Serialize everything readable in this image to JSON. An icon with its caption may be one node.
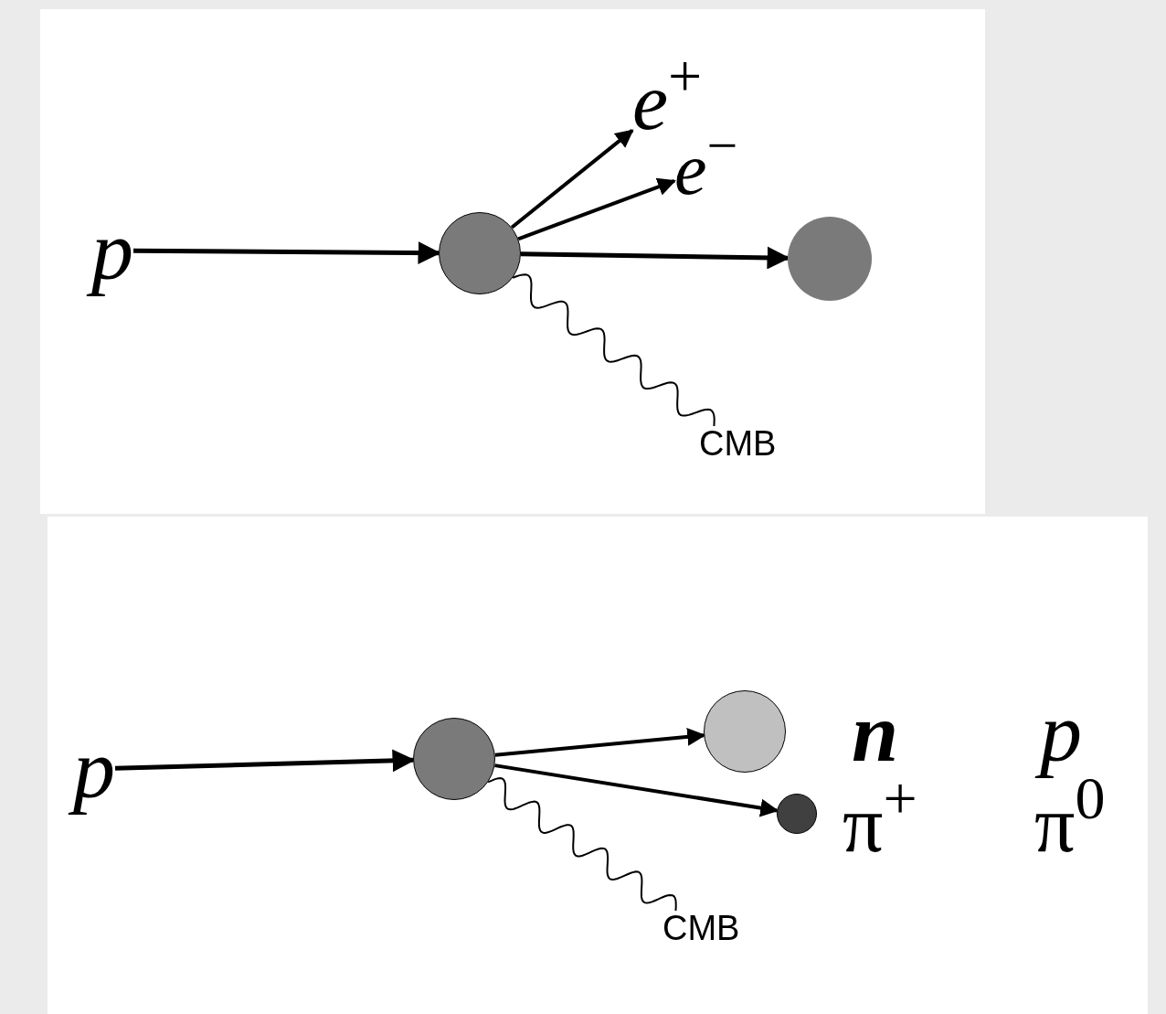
{
  "diagram": {
    "nodes": [
      {
        "text": [],
        "shape": "box"
      },
      {
        "text": [
          "p"
        ],
        "in": 0
      },
      {
        "text": [],
        "shape": "circle",
        "in": 0
      },
      {
        "text": [
          "*e*$^{+}$"
        ],
        "in": 0
      },
      {
        "text": [
          "*e*$^{−}$"
        ],
        "in": 0
      },
      {
        "text": [],
        "shape": "circle",
        "in": 0
      },
      {
        "text": [
          "CMB"
        ],
        "in": 0
      },
      {
        "text": [],
        "shape": "box"
      },
      {
        "text": [
          "p"
        ],
        "in": 7
      },
      {
        "text": [],
        "shape": "circle",
        "in": 7
      },
      {
        "text": [],
        "shape": "circle",
        "in": 7,
        "beside": [
          "n"
        ]
      },
      {
        "text": [],
        "shape": "circle",
        "in": 7,
        "beside": [
          "π$^{+}$"
        ]
      },
      {
        "text": [
          "CMB"
        ],
        "in": 7
      }
    ],
    "edges": [
      {
        "from": 1,
        "to": 2,
        "arrow": "to"
      },
      {
        "from": 2,
        "to": 3,
        "arrow": "to"
      },
      {
        "from": 2,
        "to": 4,
        "arrow": "to"
      },
      {
        "from": 2,
        "to": 5,
        "arrow": "to"
      },
      {
        "from": 6,
        "to": 2,
        "arrow": "none"
      },
      {
        "from": 8,
        "to": 9,
        "arrow": "to"
      },
      {
        "from": 9,
        "to": 10,
        "arrow": "to"
      },
      {
        "from": 9,
        "to": 11,
        "arrow": "to"
      },
      {
        "from": 12,
        "to": 9,
        "arrow": "none"
      }
    ],
    "labels": [
      "p",
      "π$^{0}$"
    ]
  }
}
